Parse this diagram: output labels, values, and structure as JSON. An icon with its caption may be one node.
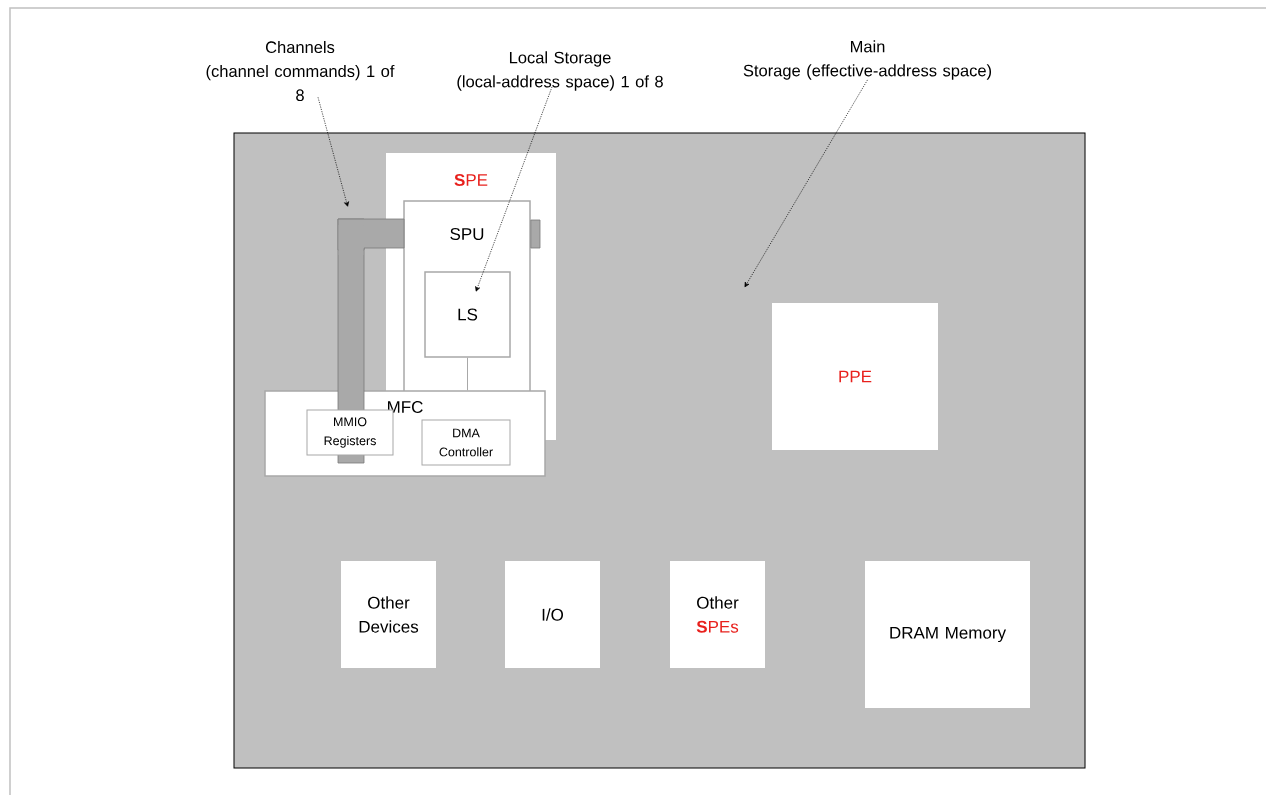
{
  "diagram": {
    "nodes": [
      {
        "text": [
          "Channels (channel commands) 1 of 8"
        ]
      },
      {
        "text": [
          "Local Storage (local-address space) 1 of 8"
        ]
      },
      {
        "text": [
          "Main Storage (effective-address space)"
        ]
      },
      {
        "text": [],
        "shape": "box"
      },
      {
        "text": [
          "**S**PE"
        ],
        "in": 3
      },
      {
        "text": [
          "SPU"
        ],
        "in": 4
      },
      {
        "text": [
          "LS"
        ],
        "in": 5
      },
      {
        "text": [],
        "shape": "bar",
        "in": 3
      },
      {
        "text": [
          "MFC"
        ],
        "in": 3
      },
      {
        "text": [
          "MMIO Registers"
        ],
        "in": 8
      },
      {
        "text": [
          "DMA Controller"
        ],
        "in": 8
      },
      {
        "text": [
          "PPE"
        ],
        "in": 3
      },
      {
        "text": [
          "Other Devices"
        ],
        "in": 3
      },
      {
        "text": [
          "I/O"
        ],
        "in": 3
      },
      {
        "text": [
          "Other",
          "**S**PEs"
        ],
        "in": 3
      },
      {
        "text": [
          "DRAM Memory"
        ],
        "in": 3
      }
    ],
    "edges": [
      {
        "from": 0,
        "to": 7,
        "arrow": "to",
        "style": "dashed"
      },
      {
        "from": 1,
        "to": 6,
        "arrow": "to",
        "style": "dashed"
      },
      {
        "from": 2,
        "to": 3,
        "arrow": "to",
        "style": "dashed"
      },
      {
        "from": 6,
        "to": 8,
        "arrow": "none",
        "color": "#a8a8a8"
      }
    ]
  }
}
